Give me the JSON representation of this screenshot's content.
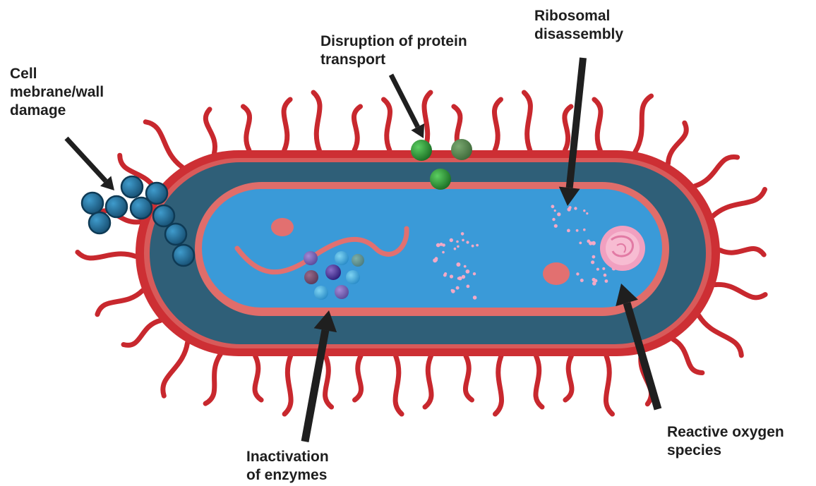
{
  "labels": {
    "membrane_damage": [
      "Cell",
      "mebrane/wall",
      "damage"
    ],
    "protein_transport": [
      "Disruption of protein",
      "transport"
    ],
    "ribosomal": [
      "Ribosomal",
      "disassembly"
    ],
    "enzymes": [
      "Inactivation",
      "of enzymes"
    ],
    "ros": [
      "Reactive oxygen",
      "species"
    ]
  },
  "colors": {
    "membrane_red": "#c8282e",
    "inner_pink": "#e06d6a",
    "periplasm_blue": "#2f5f78",
    "cytoplasm_blue": "#3a9ad8",
    "arrow": "#1f1f1f",
    "nanoparticle_blue": "#1f6e98",
    "protein_green": "#2e9a3c",
    "ros_pink": "#f1a0c0"
  },
  "icons": [
    "nanoparticle-cluster-icon",
    "transport-protein-icon",
    "enzyme-icon",
    "dna-strand-icon",
    "ribosome-dots-icon",
    "ros-burst-icon"
  ]
}
